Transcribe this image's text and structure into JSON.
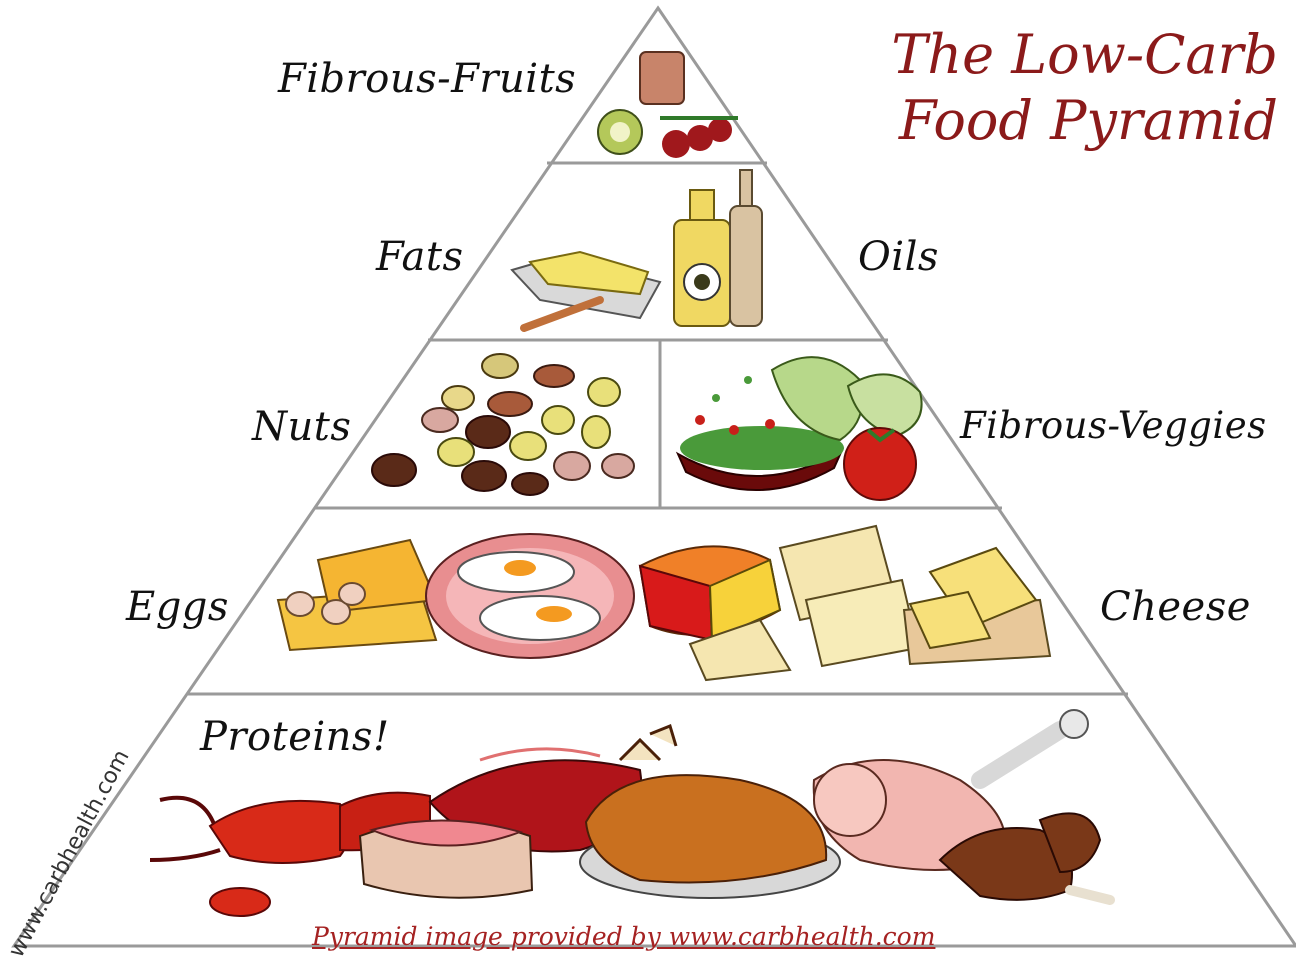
{
  "title": {
    "line1": "The Low-Carb",
    "line2": "Food Pyramid"
  },
  "tiers": {
    "tier1": {
      "left_label": "Fibrous-Fruits"
    },
    "tier2": {
      "left_label": "Fats",
      "right_label": "Oils"
    },
    "tier3": {
      "left_label": "Nuts",
      "right_label": "Fibrous-Veggies"
    },
    "tier4": {
      "left_label": "Eggs",
      "right_label": "Cheese"
    },
    "tier5": {
      "inner_label": "Proteins!"
    }
  },
  "watermark": "www.carbhealth.com",
  "credit": "Pyramid image provided by www.carbhealth.com",
  "colors": {
    "title": "#8b1a1a",
    "credit": "#a52222",
    "outline": "#9a9a9a"
  },
  "illustrations": [
    "fruit-icon",
    "butter-icon",
    "oil-bottle-icon",
    "vinegar-bottle-icon",
    "nuts-icon",
    "salad-icon",
    "tomato-icon",
    "eggs-carton-icon",
    "fried-eggs-icon",
    "cheese-wheel-icon",
    "cheese-slices-icon",
    "lobster-icon",
    "steak-icon",
    "ham-slice-icon",
    "roast-chicken-icon",
    "ham-leg-icon",
    "drumsticks-icon"
  ]
}
